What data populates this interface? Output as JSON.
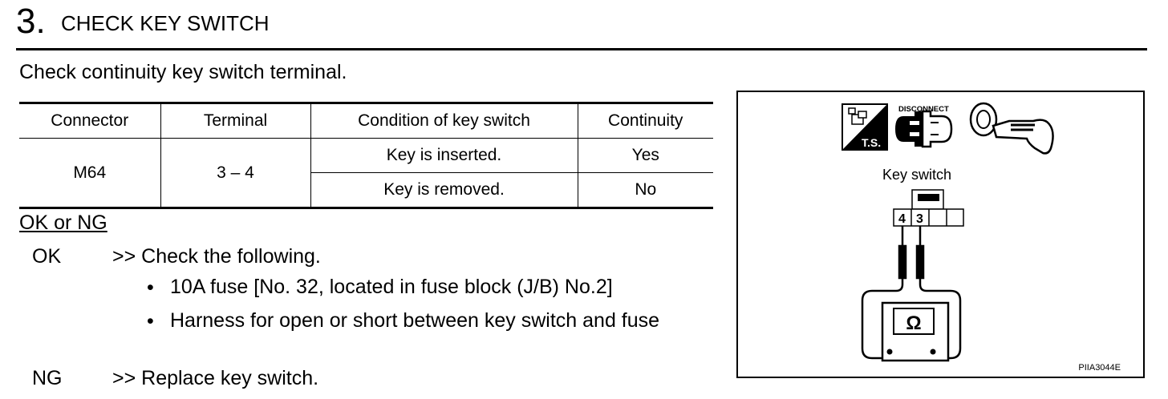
{
  "step": {
    "number": "3.",
    "title": "CHECK KEY SWITCH"
  },
  "instruction": "Check continuity key switch terminal.",
  "table": {
    "headers": [
      "Connector",
      "Terminal",
      "Condition of key switch",
      "Continuity"
    ],
    "connector": "M64",
    "terminal": "3 – 4",
    "rows": [
      {
        "condition": "Key is inserted.",
        "continuity": "Yes"
      },
      {
        "condition": "Key is removed.",
        "continuity": "No"
      }
    ]
  },
  "ok_or_ng": {
    "heading": "OK or NG",
    "ok_label": "OK",
    "ok_text": ">> Check the following.",
    "ok_items": [
      "10A fuse [No. 32, located in fuse block (J/B) No.2]",
      "Harness for open or short between key switch and fuse"
    ],
    "ng_label": "NG",
    "ng_text": ">> Replace key switch."
  },
  "figure": {
    "disconnect_label": "DISCONNECT",
    "ts_label": "T.S.",
    "caption": "Key switch",
    "terminal_a": "4",
    "terminal_b": "3",
    "ohm_symbol": "Ω",
    "figure_id": "PIIA3044E",
    "icons": [
      "test-switch-icon",
      "disconnect-connector-icon",
      "key-icon",
      "ohmmeter-icon"
    ]
  }
}
